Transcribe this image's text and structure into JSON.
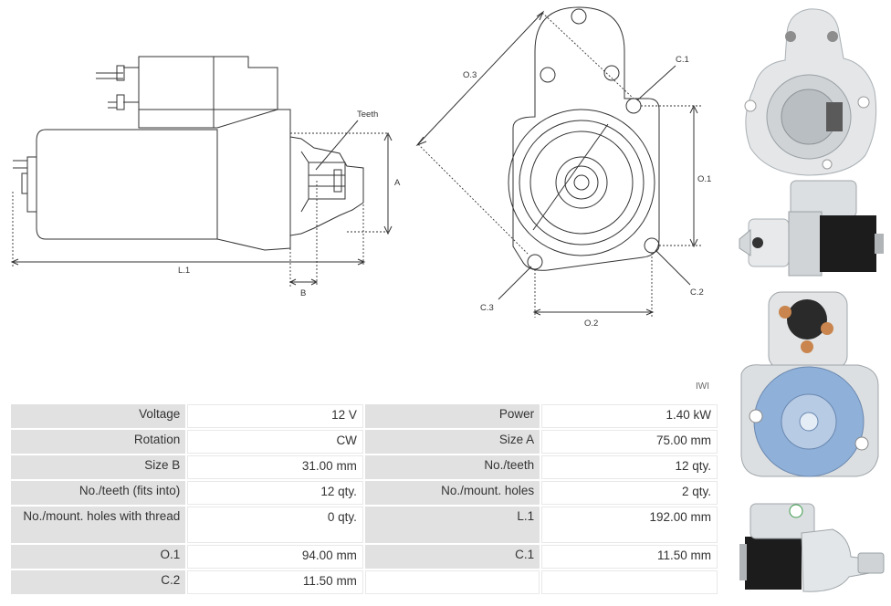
{
  "drawing": {
    "teeth": "Teeth",
    "a": "A",
    "b": "B",
    "l1": "L.1",
    "o1": "O.1",
    "o2": "O.2",
    "o3": "O.3",
    "c1": "C.1",
    "c2": "C.2",
    "c3": "C.3"
  },
  "stamp": "IWI",
  "specs": [
    {
      "k1": "Voltage",
      "v1": "12 V",
      "k2": "Power",
      "v2": "1.40 kW"
    },
    {
      "k1": "Rotation",
      "v1": "CW",
      "k2": "Size A",
      "v2": "75.00 mm"
    },
    {
      "k1": "Size B",
      "v1": "31.00 mm",
      "k2": "No./teeth",
      "v2": "12 qty."
    },
    {
      "k1": "No./teeth (fits into)",
      "v1": "12 qty.",
      "k2": "No./mount. holes",
      "v2": "2 qty."
    },
    {
      "k1": "No./mount. holes with thread",
      "v1": "0 qty.",
      "k2": "L.1",
      "v2": "192.00 mm"
    },
    {
      "k1": "O.1",
      "v1": "94.00 mm",
      "k2": "C.1",
      "v2": "11.50 mm"
    },
    {
      "k1": "C.2",
      "v1": "11.50 mm",
      "k2": "",
      "v2": ""
    }
  ],
  "colors": {
    "table_key_bg": "#e1e1e1",
    "line": "#333333",
    "housing_silver": "#d9dcde",
    "motor_black": "#1b1b1b",
    "plate_blue": "#8fb0d8"
  }
}
